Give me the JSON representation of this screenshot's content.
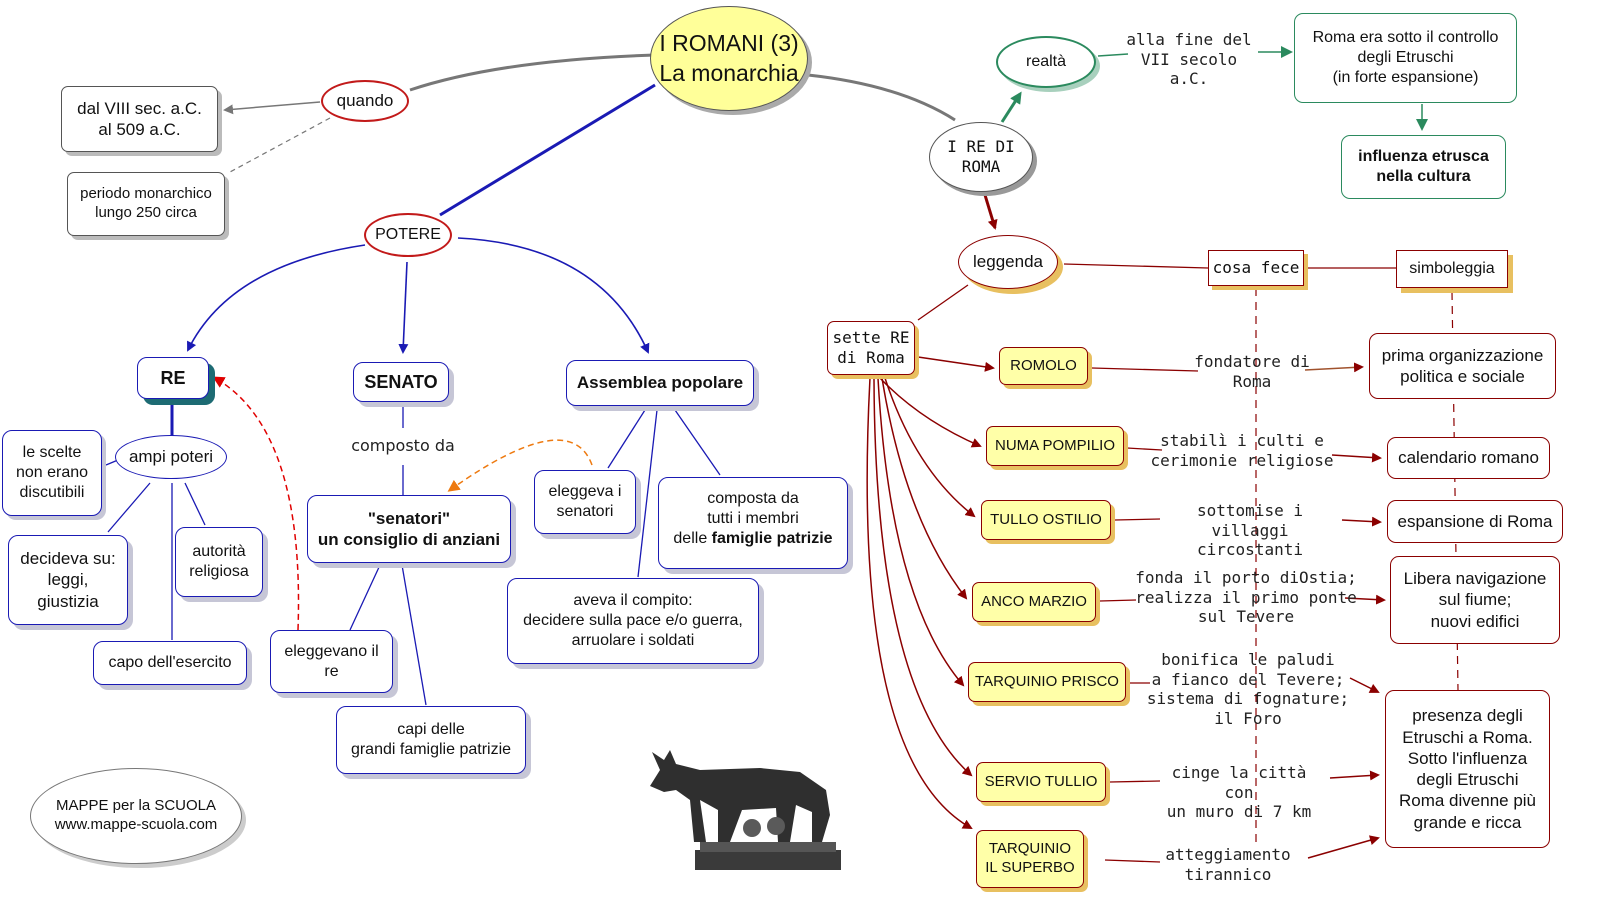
{
  "title": {
    "line1": "I ROMANI (3)",
    "line2": "La monarchia"
  },
  "left": {
    "quando": "quando",
    "dates": "dal VIII sec. a.C.\nal 509 a.C.",
    "periodo": "periodo monarchico\nlungo 250 circa",
    "potere": "POTERE",
    "re": "RE",
    "senato": "SENATO",
    "assemblea": "Assemblea popolare",
    "ampi_poteri": "ampi poteri",
    "scelte": "le scelte\nnon erano\ndiscutibili",
    "decideva": "decideva su:\nleggi,\ngiustizia",
    "autorita": "autorità\nreligiosa",
    "capo_esercito": "capo dell'esercito",
    "composto_da": "composto da",
    "senatori_1": "\"senatori\"",
    "senatori_2": "un consiglio di anziani",
    "eleggevano": "eleggevano il\nre",
    "capi_famiglie": "capi delle\ngrandi famiglie patrizie",
    "eleggeva": "eleggeva i\nsenatori",
    "composta_1": "composta da\ntutti i membri\ndelle ",
    "composta_bold": "famiglie patrizie",
    "compito": "aveva il compito:\ndecidere sulla pace e/o guerra,\narruolare i soldati",
    "credit": "MAPPE per la SCUOLA\nwww.mappe-scuola.com"
  },
  "right": {
    "re_di_roma": "I RE DI\nROMA",
    "realta": "realtà",
    "fine_secolo": "alla fine del\nVII secolo a.C.",
    "etruschi_box": "Roma era sotto il controllo\ndegli Etruschi\n(in forte espansione)",
    "influenza": "influenza etrusca\nnella cultura",
    "leggenda": "leggenda",
    "cosa_fece": "cosa fece",
    "simboleggia": "simboleggia",
    "sette_re": "sette RE\ndi Roma",
    "kings": [
      {
        "name": "ROMOLO",
        "did": "fondatore di\nRoma",
        "symbol": "prima organizzazione\npolitica e sociale"
      },
      {
        "name": "NUMA POMPILIO",
        "did": "stabilì i culti e\ncerimonie religiose",
        "symbol": "calendario romano"
      },
      {
        "name": "TULLO OSTILIO",
        "did": "sottomise i villaggi\ncircostanti",
        "symbol": "espansione di Roma"
      },
      {
        "name": "ANCO MARZIO",
        "did": "fonda il porto diOstia;\nrealizza il primo ponte\nsul Tevere",
        "symbol": "Libera navigazione\nsul fiume;\nnuovi edifici"
      },
      {
        "name": "TARQUINIO PRISCO",
        "did": "bonifica le paludi\na fianco del Tevere;\nsistema di fognature;\nil Foro",
        "symbol": "presenza degli\nEtruschi a Roma.\nSotto l'influenza\ndegli Etruschi\nRoma divenne più\ngrande e ricca"
      },
      {
        "name": "SERVIO TULLIO",
        "did": "cinge la città con\nun muro di 7 km"
      },
      {
        "name": "TARQUINIO\nIL SUPERBO",
        "did": "atteggiamento\ntirannico"
      }
    ]
  },
  "colors": {
    "blue": "#1a1ab4",
    "darkred": "#8b0000",
    "green": "#2b8a5e",
    "title_fill": "#ffff99",
    "king_fill": "#ffffa8"
  }
}
